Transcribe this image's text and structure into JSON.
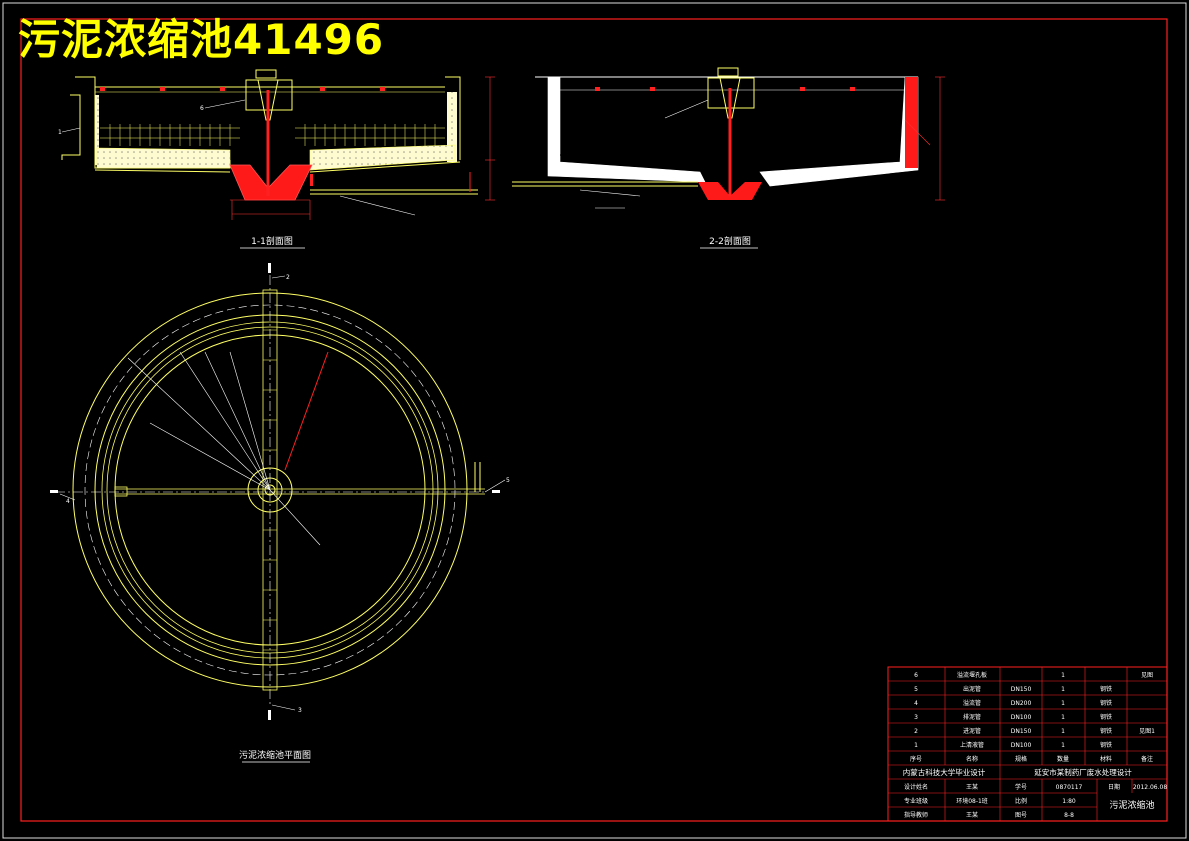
{
  "title": "污泥浓缩池41496",
  "views": {
    "section_1": "1-1剖面图",
    "section_2": "2-2剖面图",
    "plan": "污泥浓缩池平面图"
  },
  "callouts": [
    "1",
    "2",
    "3",
    "4",
    "5",
    "6"
  ],
  "materials_table": {
    "header": [
      "序号",
      "名称",
      "规格",
      "数量",
      "材料",
      "备注"
    ],
    "rows": [
      {
        "no": "6",
        "name": "溢流堰孔板",
        "spec": "",
        "qty": "1",
        "material": "",
        "note": "见图"
      },
      {
        "no": "5",
        "name": "出泥管",
        "spec": "DN150",
        "qty": "1",
        "material": "钢铁",
        "note": ""
      },
      {
        "no": "4",
        "name": "溢流管",
        "spec": "DN200",
        "qty": "1",
        "material": "钢铁",
        "note": ""
      },
      {
        "no": "3",
        "name": "排泥管",
        "spec": "DN100",
        "qty": "1",
        "material": "钢铁",
        "note": ""
      },
      {
        "no": "2",
        "name": "进泥管",
        "spec": "DN150",
        "qty": "1",
        "material": "钢铁",
        "note": "见图1"
      },
      {
        "no": "1",
        "name": "上清液管",
        "spec": "DN100",
        "qty": "1",
        "material": "钢铁",
        "note": ""
      }
    ]
  },
  "title_block": {
    "school": "内蒙古科技大学毕业设计",
    "project": "延安市某制药厂废水处理设计",
    "r1": {
      "label": "设计姓名",
      "value": "王某",
      "k": "学号",
      "v": "0870117",
      "dk": "日期",
      "dv": "2012.06.08"
    },
    "r2": {
      "label": "专业班级",
      "value": "环境08-1班",
      "k": "比例",
      "v": "1:80"
    },
    "r3": {
      "label": "指导教师",
      "value": "王某",
      "k": "图号",
      "v": "8-8"
    },
    "drawing_name": "污泥浓缩池"
  },
  "colors": {
    "background": "#000000",
    "frame": "#ff0000",
    "outline": "#ffff66",
    "concrete": "#ffffff",
    "pipe": "#ff0000",
    "title": "#ffff00",
    "text": "#ffffff"
  }
}
